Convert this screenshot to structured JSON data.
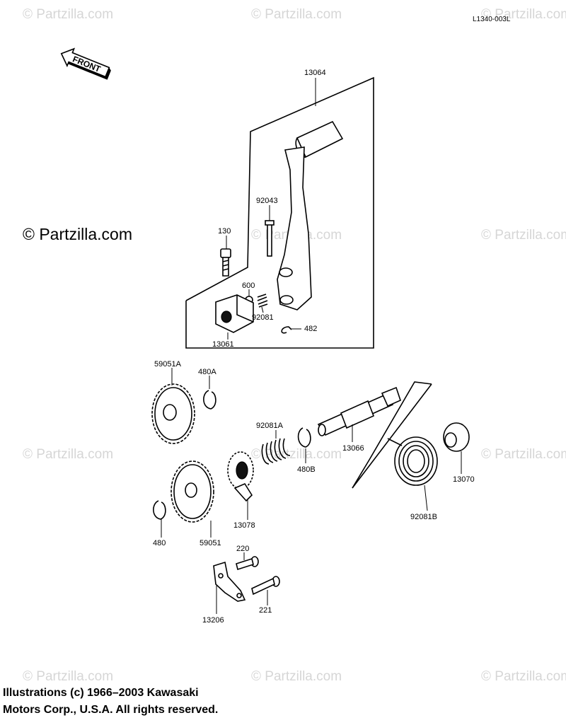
{
  "diagram_ref": "L1340-003L",
  "front_label": "FRONT",
  "watermark": "© Partzilla.com",
  "copyright_main": "© Partzilla.com",
  "footer": {
    "line1": "Illustrations (c) 1966–2003 Kawasaki",
    "line2": "Motors Corp., U.S.A.  All rights reserved."
  },
  "parts": {
    "p13064": "13064",
    "p92043": "92043",
    "p130": "130",
    "p600": "600",
    "p92081": "92081",
    "p482": "482",
    "p13061": "13061",
    "p59051A": "59051A",
    "p480A": "480A",
    "p92081A": "92081A",
    "p480B": "480B",
    "p13066": "13066",
    "p13070": "13070",
    "p92081B": "92081B",
    "p13078": "13078",
    "p480": "480",
    "p59051": "59051",
    "p220": "220",
    "p221": "221",
    "p13206": "13206"
  }
}
